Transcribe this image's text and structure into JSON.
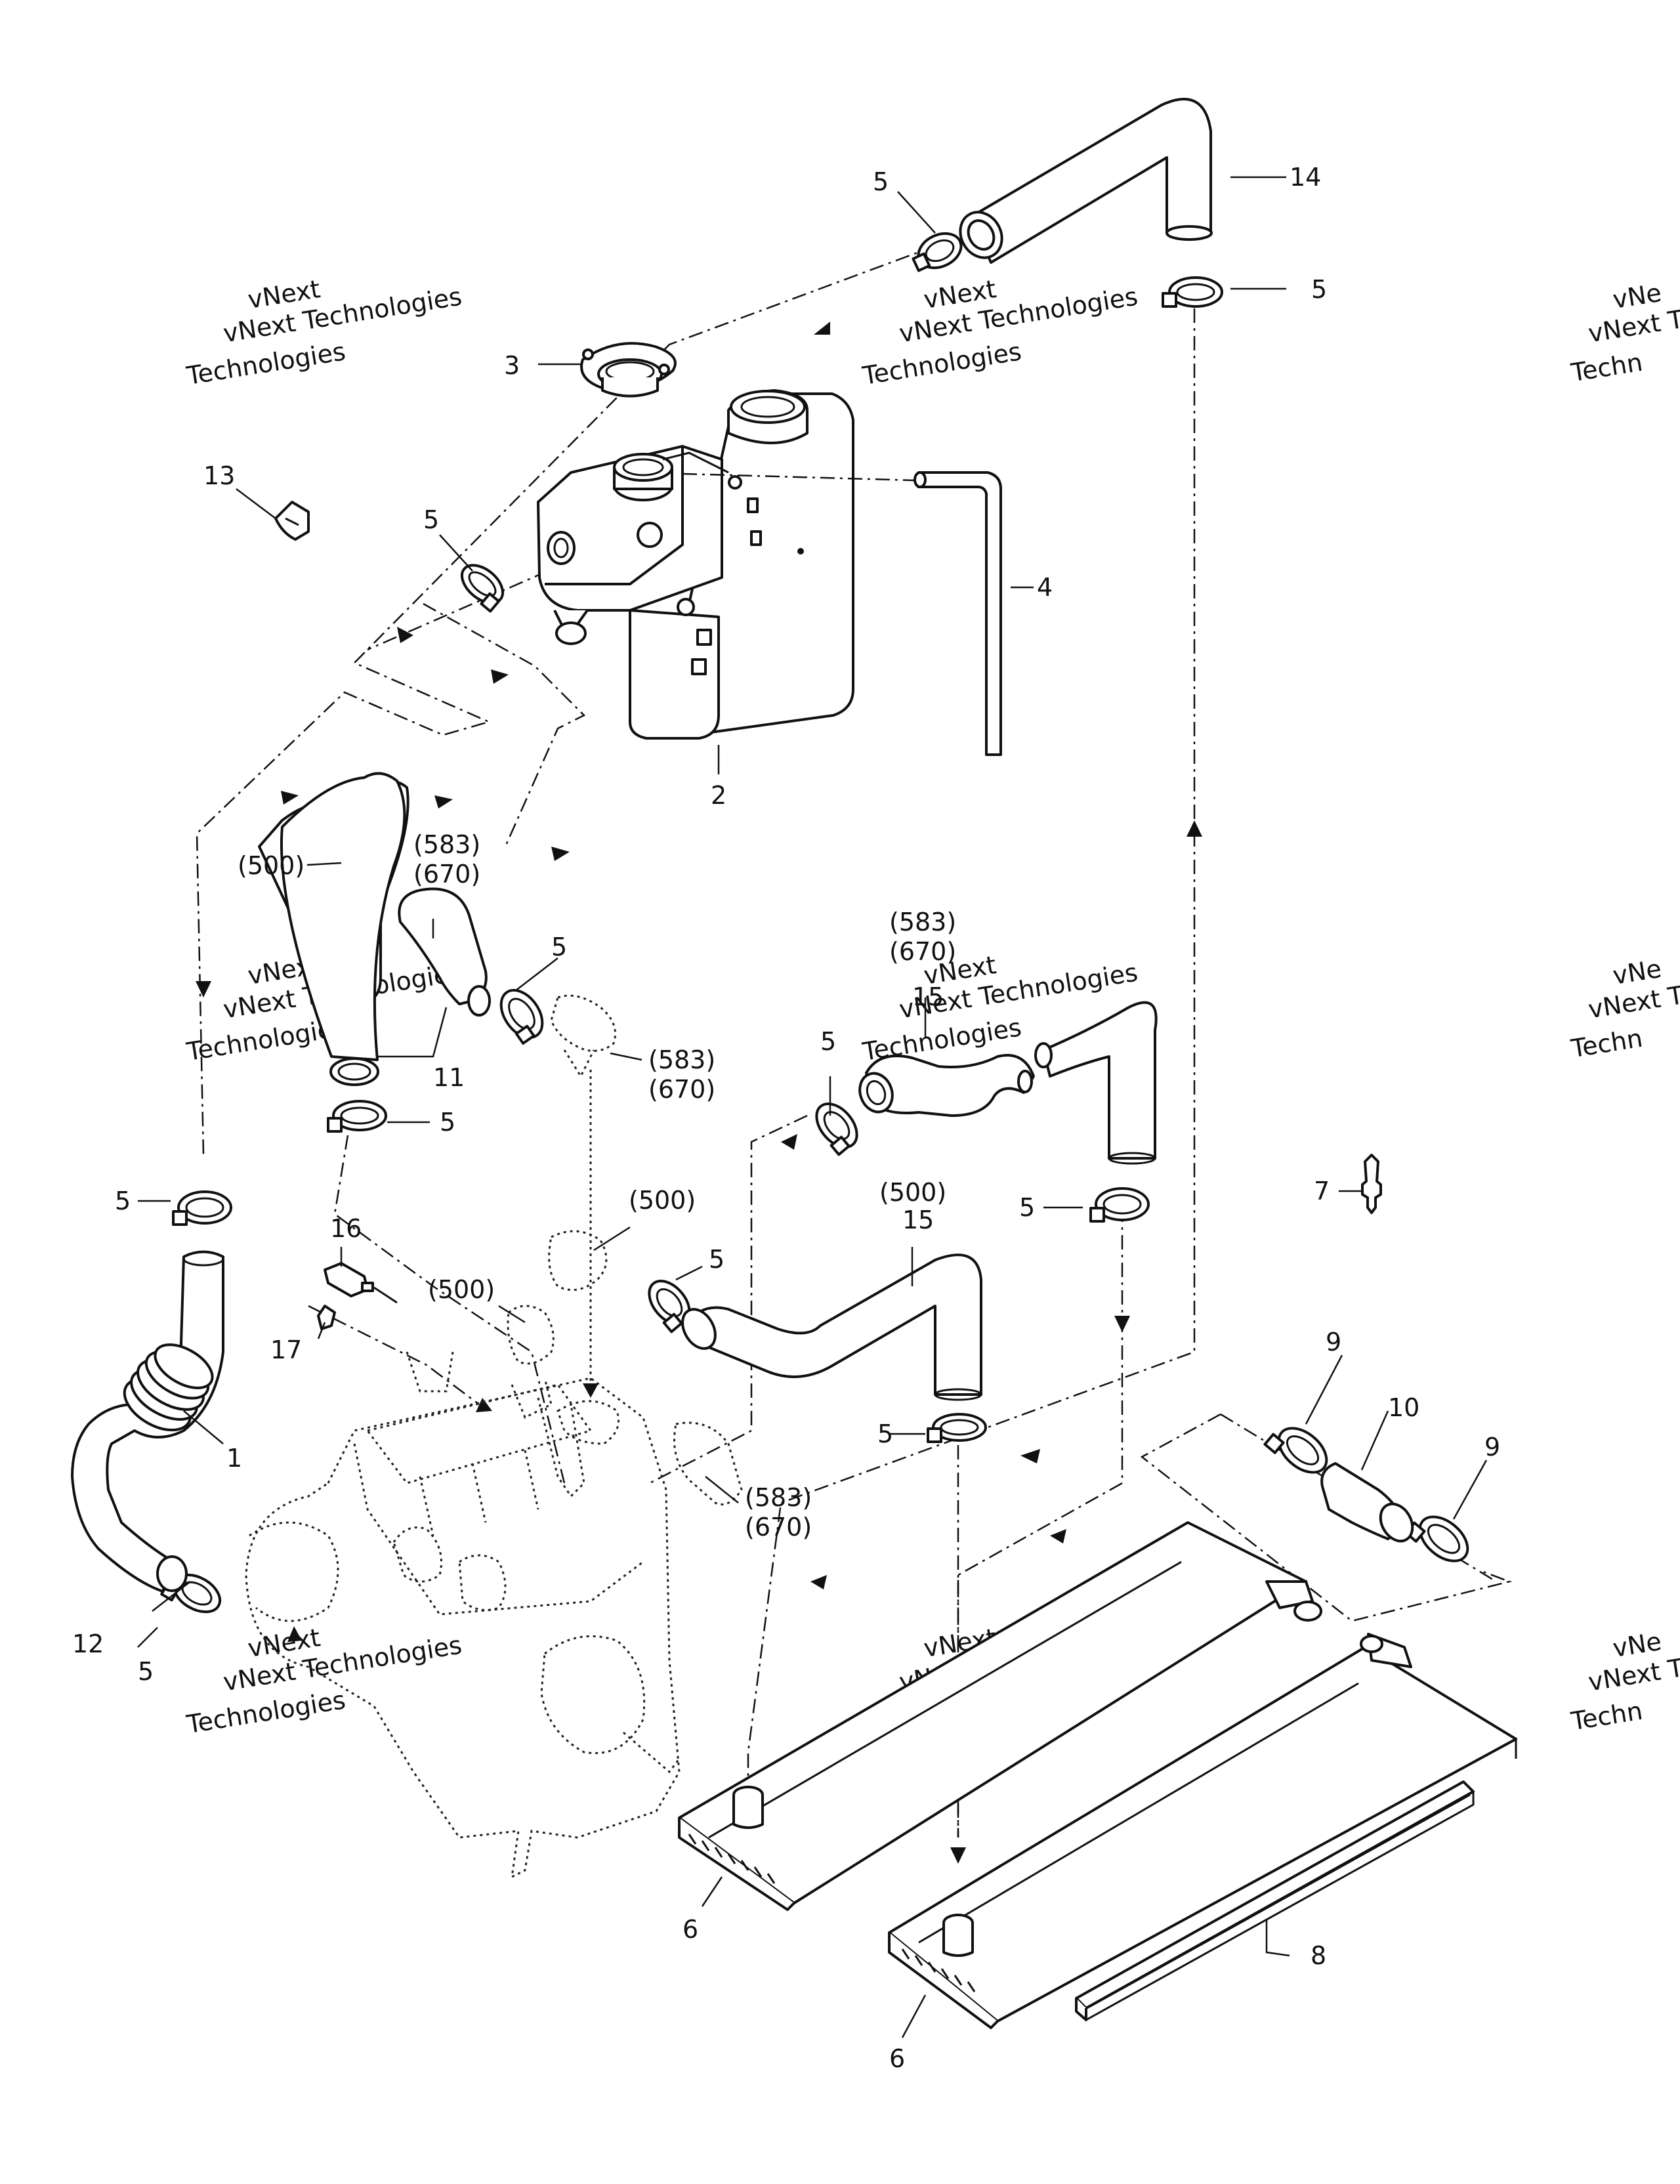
{
  "watermark": {
    "line1": "vNext",
    "line2": "vNext Technologies",
    "line3": "Technologies",
    "partial1": "vNe",
    "partial2": "vNext Te",
    "partial3": "Techn"
  },
  "callouts": {
    "c1": "1",
    "c2": "2",
    "c3": "3",
    "c4": "4",
    "c5": "5",
    "c6": "6",
    "c7": "7",
    "c8": "8",
    "c9": "9",
    "c10": "10",
    "c11": "11",
    "c12": "12",
    "c13": "13",
    "c14": "14",
    "c15": "15",
    "c16": "16",
    "c17": "17"
  },
  "references": {
    "r500": "(500)",
    "r583": "(583)",
    "r670": "(670)"
  }
}
